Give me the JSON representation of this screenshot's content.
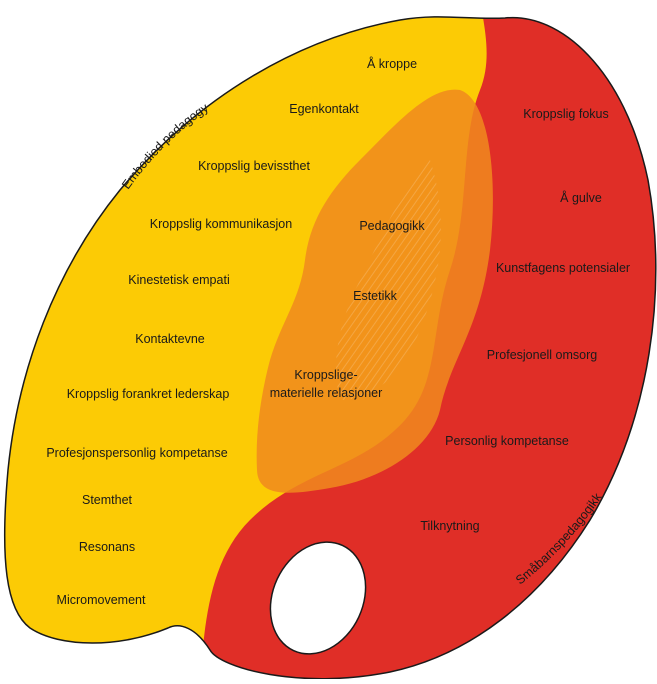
{
  "colors": {
    "yellow": "#fccb05",
    "red": "#e02e27",
    "orange": "#f08a1e",
    "outline": "#1a1a1a",
    "text": "#1a1a1a"
  },
  "curved_labels": {
    "left": "Embodied pedagogy",
    "right": "Småbarnspedagogikk"
  },
  "yellow_items": [
    "Å kroppe",
    "Egenkontakt",
    "Kroppslig bevissthet",
    "Kroppslig kommunikasjon",
    "Kinestetisk empati",
    "Kontaktevne",
    "Kroppslig forankret lederskap",
    "Profesjonspersonlig kompetanse",
    "Stemthet",
    "Resonans",
    "Micromovement"
  ],
  "overlap_items": [
    "Pedagogikk",
    "Estetikk",
    "Kroppslige-",
    "materielle relasjoner"
  ],
  "red_items": [
    "Kroppslig fokus",
    "Å gulve",
    "Kunstfagens potensialer",
    "Profesjonell omsorg",
    "Personlig kompetanse",
    "Tilknytning"
  ]
}
